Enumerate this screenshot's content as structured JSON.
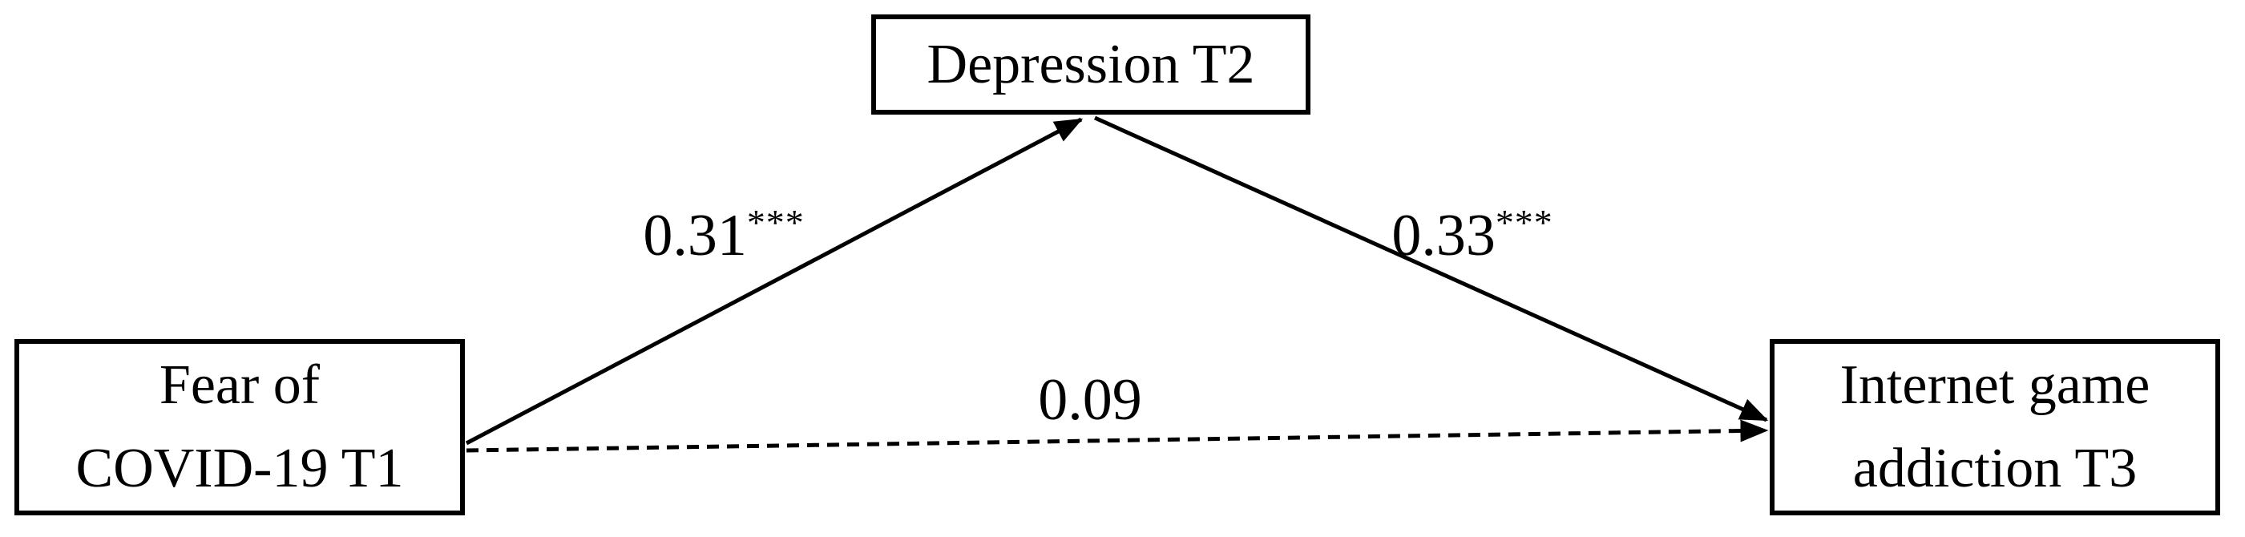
{
  "diagram": {
    "type": "mediation-path-model",
    "background_color": "#ffffff",
    "line_color": "#000000",
    "text_color": "#000000",
    "nodes": {
      "predictor": {
        "line1": "Fear of",
        "line2": "COVID-19 T1",
        "role": "independent variable"
      },
      "mediator": {
        "line1": "Depression T2",
        "role": "mediator"
      },
      "outcome": {
        "line1": "Internet game",
        "line2": "addiction T3",
        "role": "dependent variable"
      }
    },
    "paths": {
      "predictor_to_mediator": {
        "coefficient": "0.31",
        "significance": "***",
        "line_style": "solid"
      },
      "mediator_to_outcome": {
        "coefficient": "0.33",
        "significance": "***",
        "line_style": "solid"
      },
      "predictor_to_outcome": {
        "coefficient": "0.09",
        "significance": "",
        "line_style": "dashed"
      }
    }
  }
}
